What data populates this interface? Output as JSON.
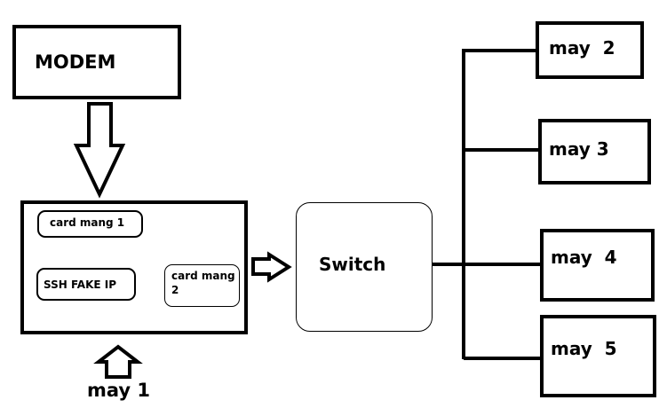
{
  "modem": {
    "label": "MODEM"
  },
  "may1": {
    "caption": "may 1",
    "card1": "card mang 1",
    "ssh": "SSH FAKE IP",
    "card2": "card mang\n2"
  },
  "switch": {
    "label": "Switch"
  },
  "machines": [
    {
      "label": "may  2"
    },
    {
      "label": "may 3"
    },
    {
      "label": "may  4"
    },
    {
      "label": "may  5"
    }
  ]
}
